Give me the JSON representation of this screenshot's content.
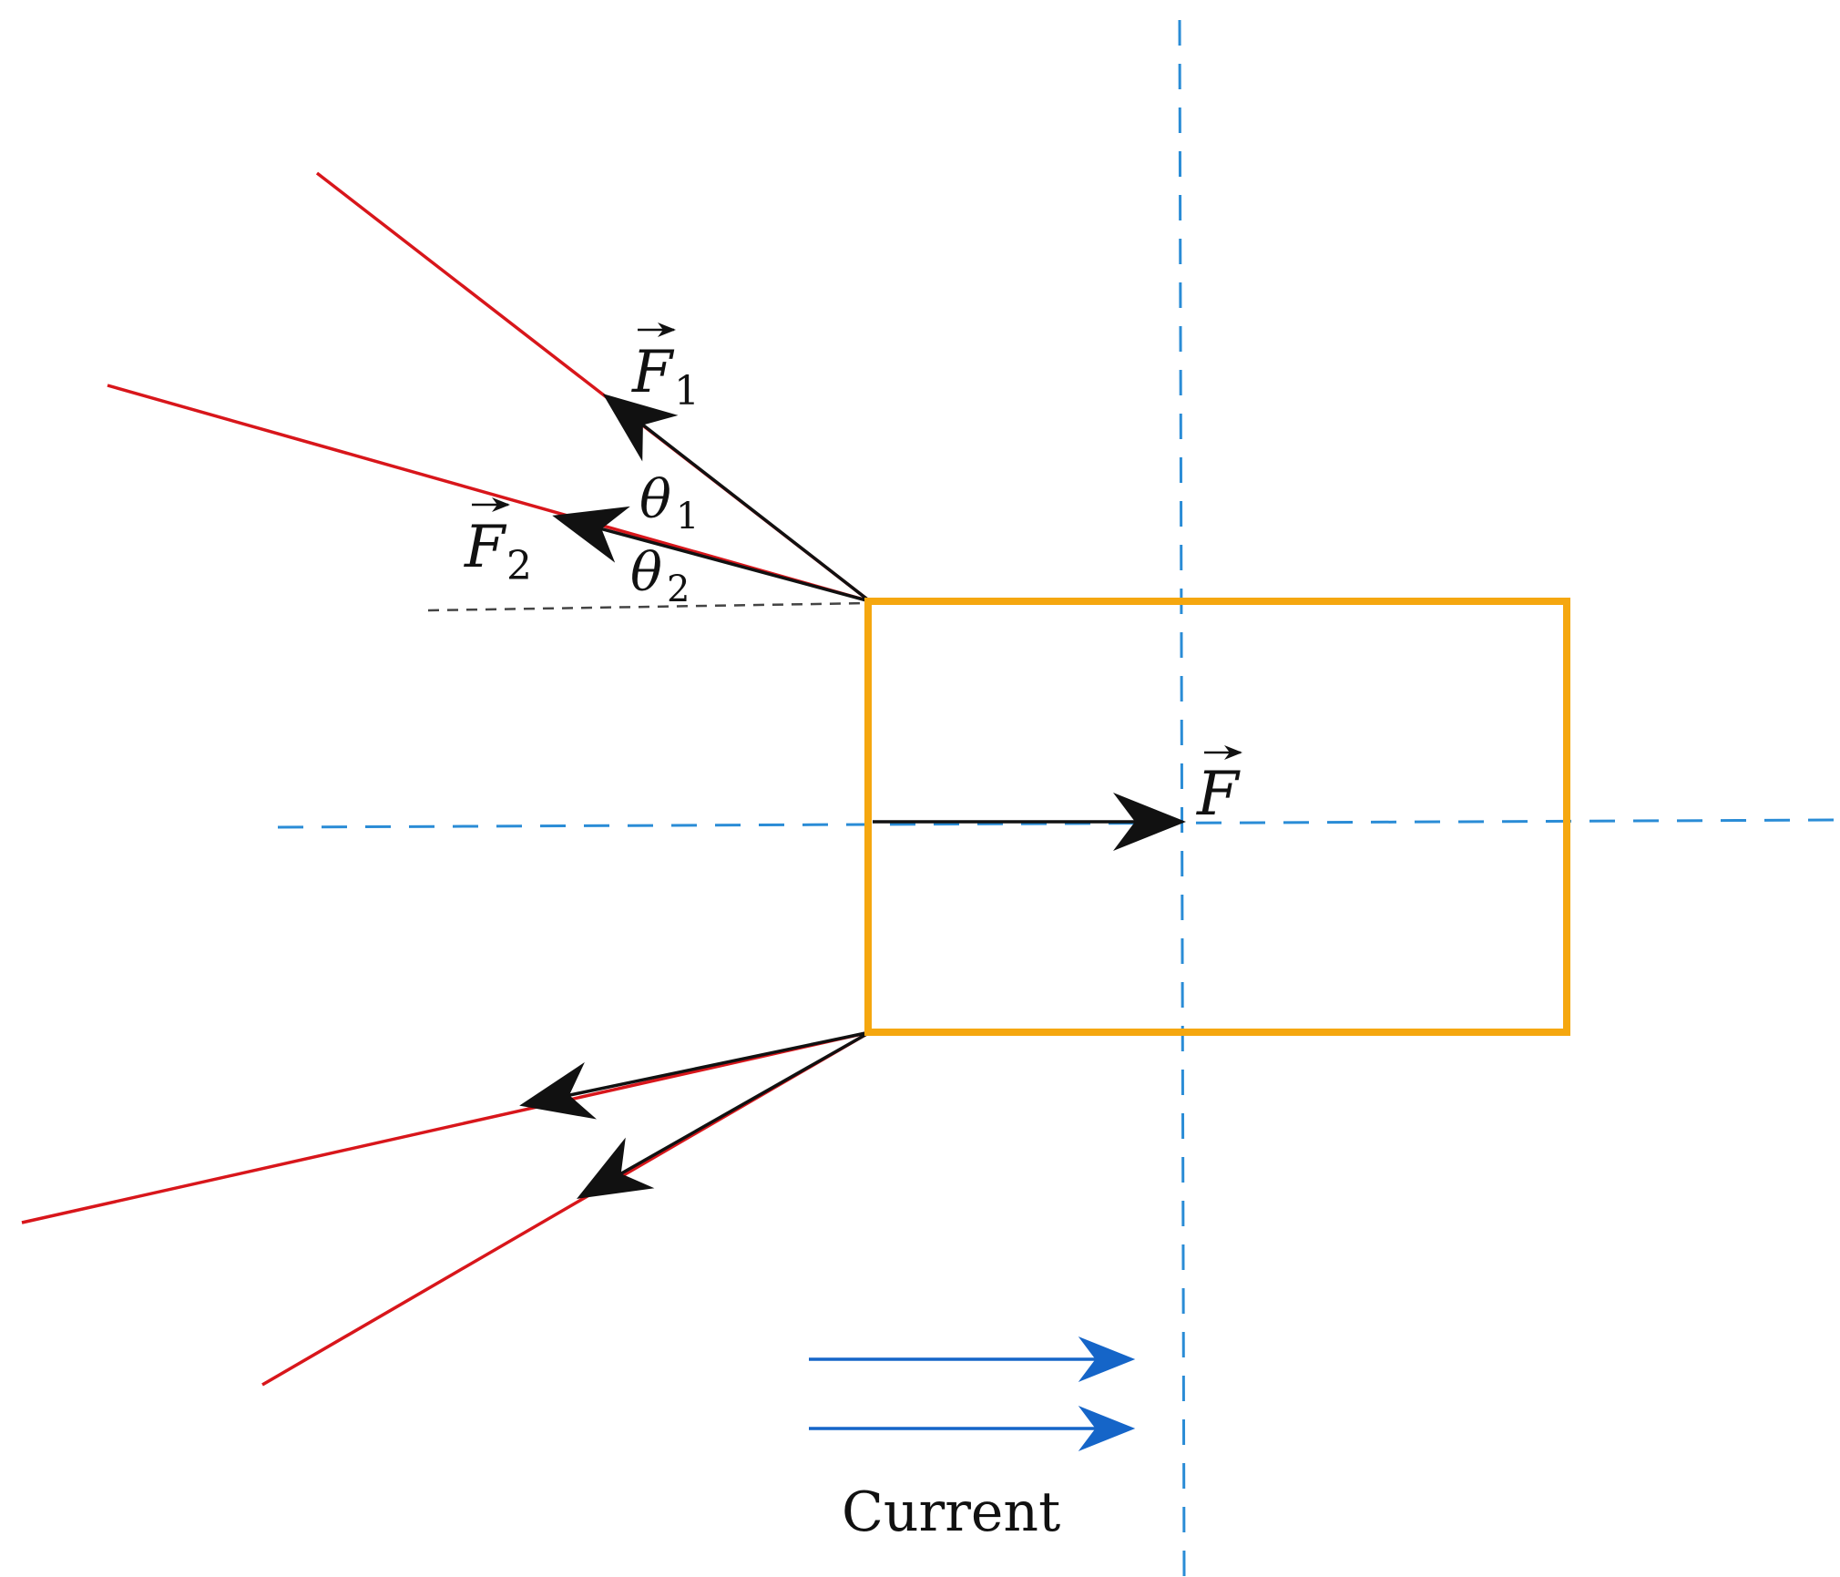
{
  "colors": {
    "vessel": "#F5A70F",
    "mooring_line": "#D8161B",
    "force": "#111111",
    "axis": "#2A8CD6",
    "current": "#1565C8",
    "reference": "#444444"
  },
  "labels": {
    "f1": {
      "symbol": "F",
      "subscript": "1"
    },
    "f2": {
      "symbol": "F",
      "subscript": "2"
    },
    "theta1": {
      "symbol": "θ",
      "subscript": "1"
    },
    "theta2": {
      "symbol": "θ",
      "subscript": "2"
    },
    "f": {
      "symbol": "F"
    },
    "current": "Current"
  }
}
